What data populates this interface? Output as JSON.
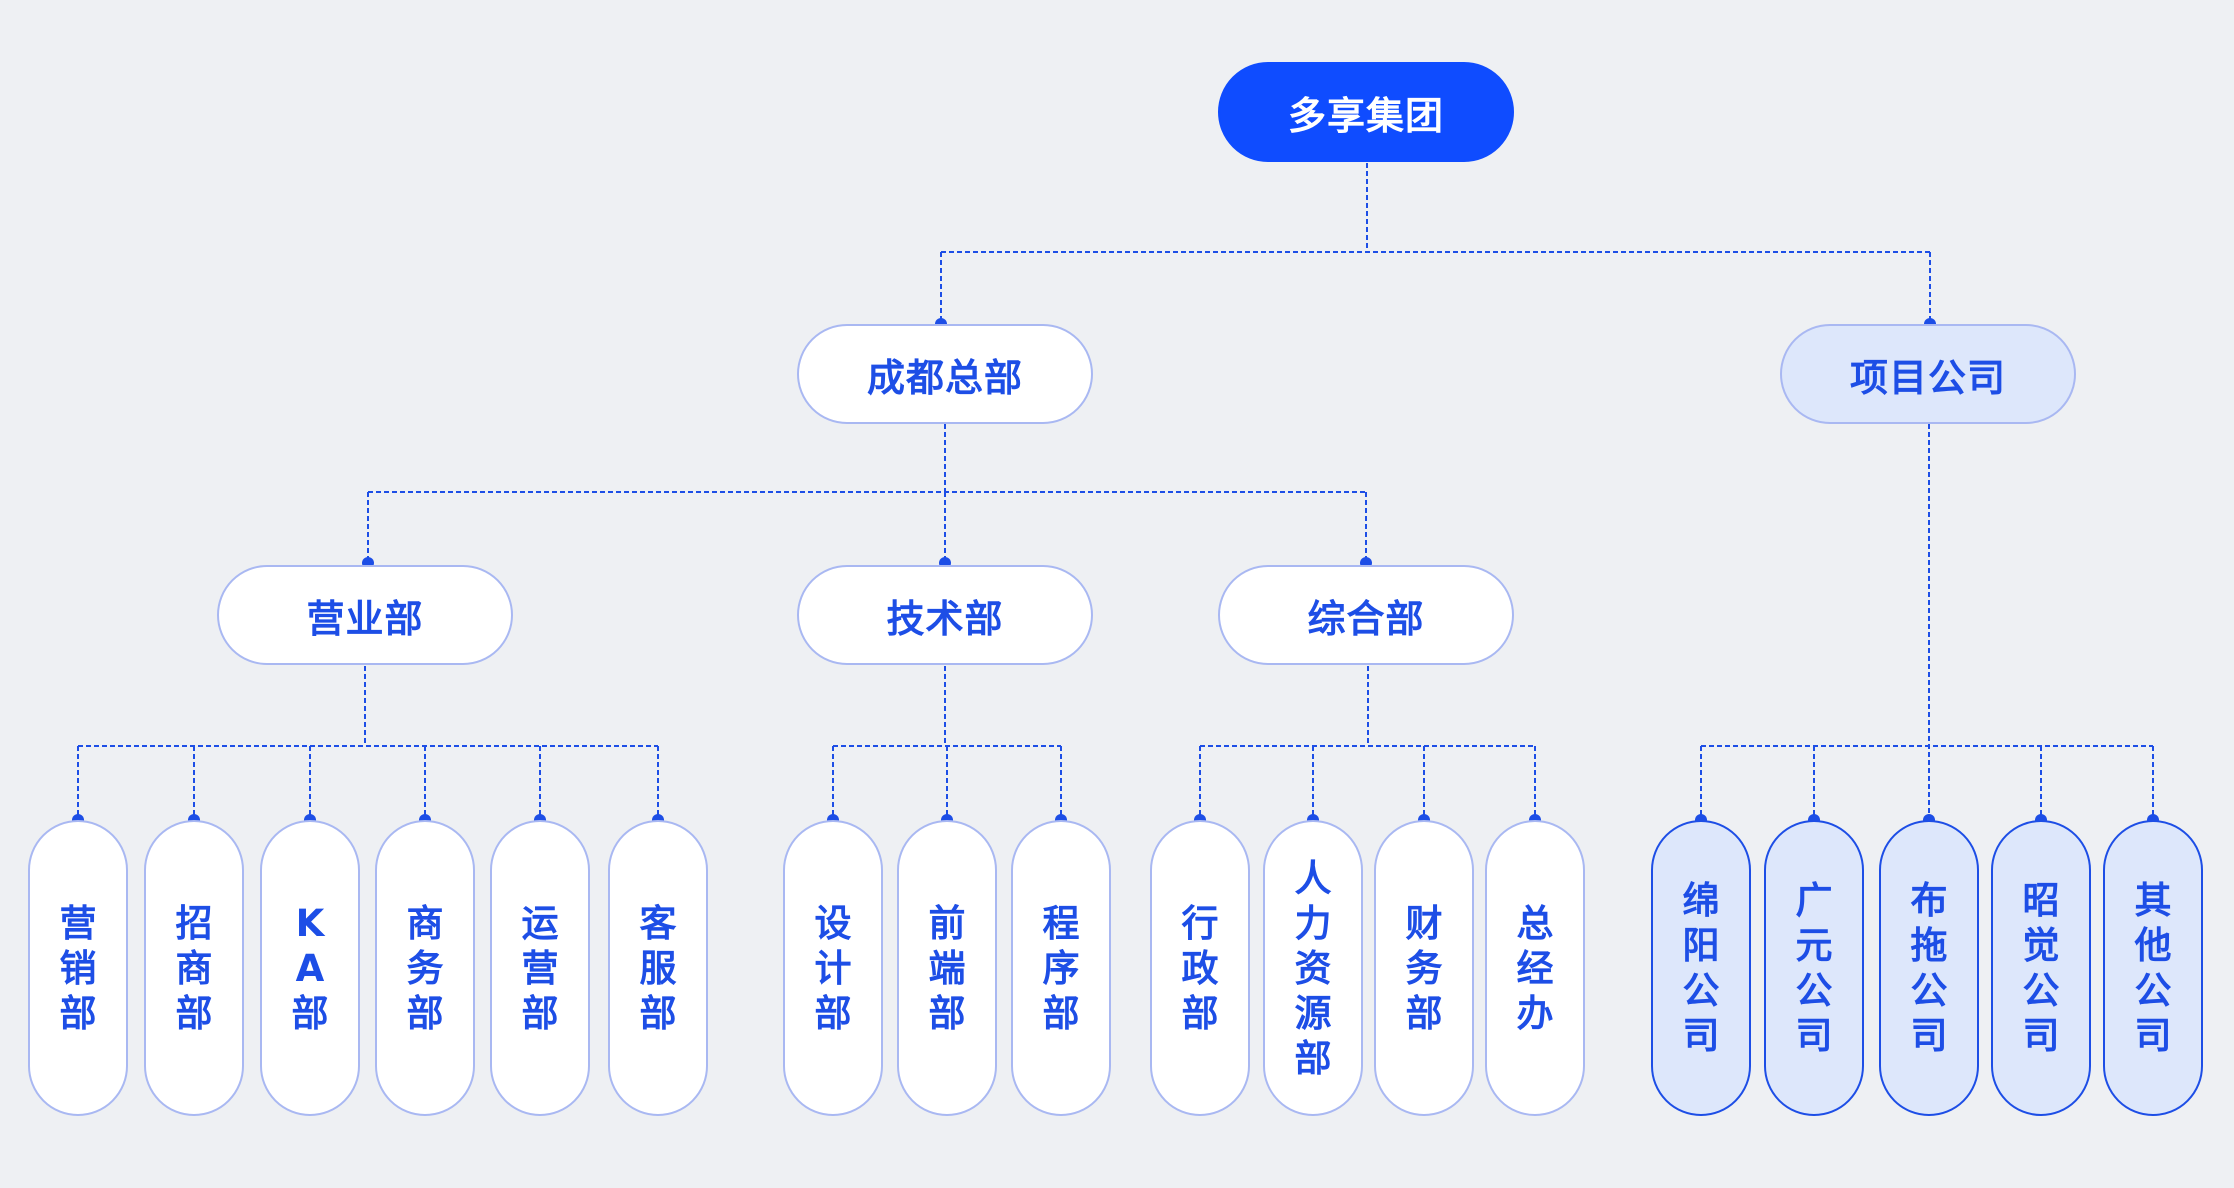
{
  "colors": {
    "background": "#eef0f3",
    "accent": "#0f4cff",
    "text": "#1d4ee6",
    "node_fill": "#ffffff",
    "node_border": "#a9b8f2",
    "project_fill": "#dde7fb",
    "company_border": "#1d4ee6",
    "connector": "#1d4ee6"
  },
  "root": {
    "label": "多享集团"
  },
  "level1": [
    {
      "label": "成都总部"
    },
    {
      "label": "项目公司"
    }
  ],
  "level2": [
    {
      "label": "营业部"
    },
    {
      "label": "技术部"
    },
    {
      "label": "综合部"
    }
  ],
  "sales_units": [
    {
      "label": "营销部"
    },
    {
      "label": "招商部"
    },
    {
      "label": "KA部"
    },
    {
      "label": "商务部"
    },
    {
      "label": "运营部"
    },
    {
      "label": "客服部"
    }
  ],
  "tech_units": [
    {
      "label": "设计部"
    },
    {
      "label": "前端部"
    },
    {
      "label": "程序部"
    }
  ],
  "general_units": [
    {
      "label": "行政部"
    },
    {
      "label": "人力资源部"
    },
    {
      "label": "财务部"
    },
    {
      "label": "总经办"
    }
  ],
  "companies": [
    {
      "label": "绵阳公司"
    },
    {
      "label": "广元公司"
    },
    {
      "label": "布拖公司"
    },
    {
      "label": "昭觉公司"
    },
    {
      "label": "其他公司"
    }
  ]
}
